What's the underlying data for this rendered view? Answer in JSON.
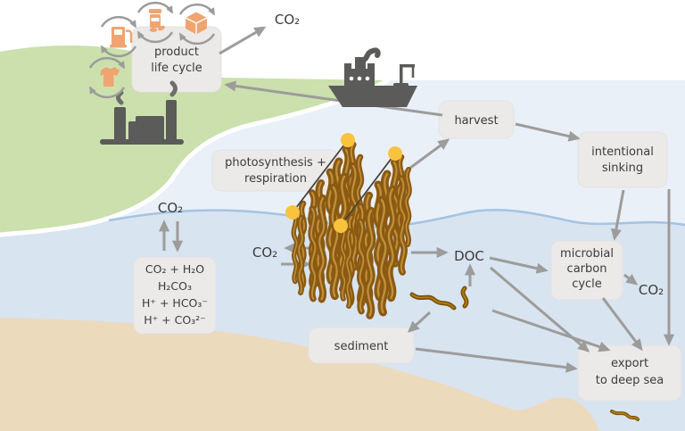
{
  "nodes": {
    "product_life_cycle": {
      "lines": [
        "product",
        "life cycle"
      ]
    },
    "photosynthesis": {
      "lines": [
        "photosynthesis +",
        "respiration"
      ]
    },
    "harvest": {
      "lines": [
        "harvest"
      ]
    },
    "intentional_sinking": {
      "lines": [
        "intentional",
        "sinking"
      ]
    },
    "microbial_carbon_cycle": {
      "lines": [
        "microbial",
        "carbon",
        "cycle"
      ]
    },
    "sediment": {
      "lines": [
        "sediment"
      ]
    },
    "export_deep_sea": {
      "lines": [
        "export",
        "to deep sea"
      ]
    },
    "carbonate_chemistry": {
      "lines": [
        "CO₂ + H₂O",
        "H₂CO₃",
        "H⁺ + HCO₃⁻",
        "H⁺ + CO₃²⁻"
      ]
    }
  },
  "labels": {
    "co2_product_emission": "CO₂",
    "co2_air_sea": "CO₂",
    "co2_kelp_exchange": "CO₂",
    "co2_microbial_release": "CO₂",
    "doc": "DOC"
  },
  "icons": {
    "product_icons": [
      "fuel-pump",
      "medicine-bottle",
      "package-box",
      "t-shirt"
    ],
    "scene_icons": [
      "factory",
      "harvest-ship",
      "kelp-farm",
      "buoy",
      "seaweed-fragments"
    ]
  },
  "colors": {
    "land_green": "#cbe0ad",
    "sea_surface": "#eaf0f8",
    "sea_deep": "#d9e4f1",
    "sand": "#ecdabd",
    "wave_line": "#a3c4e2",
    "box_fill": "#ebeae8",
    "arrow_gray": "#9c9c9a",
    "dark_gray": "#5b5b59",
    "icon_orange": "#f0a470",
    "buoy_yellow": "#fac33e",
    "kelp_brown": "#8a5a12",
    "text": "#3b3b3b"
  }
}
